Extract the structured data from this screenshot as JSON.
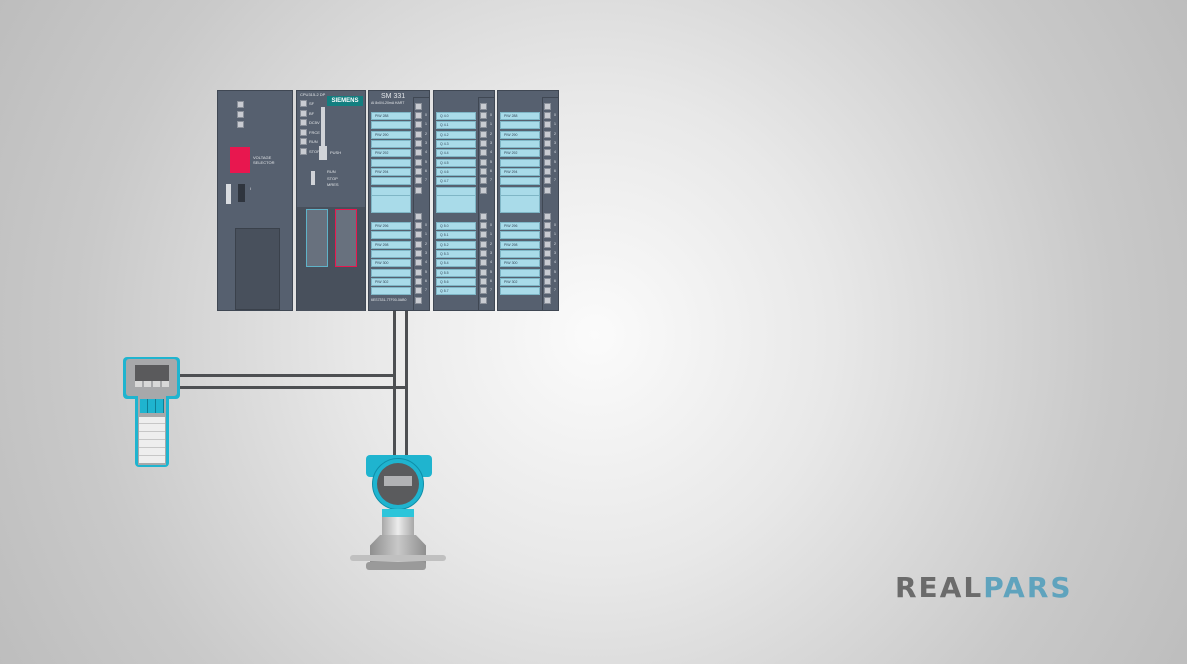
{
  "power_supply": {
    "label": "VOLTAGE SELECTOR",
    "switch_label": "I"
  },
  "cpu": {
    "model": "CPU315-2 DP",
    "brand": "SIEMENS",
    "leds": [
      "SF",
      "BF",
      "DC5V",
      "FRCE",
      "RUN",
      "STOP"
    ],
    "push_label": "PUSH",
    "mode_labels": [
      "RUN",
      "STOP",
      "MRES"
    ]
  },
  "modules": [
    {
      "title": "SM 331",
      "subtitle": "AI 8x0/4-20mA HART",
      "order_number": "6ES7331-7TF00-0AB0",
      "top": [
        "PIW 288",
        "",
        "PIW 290",
        "",
        "PIW 292",
        "",
        "PIW 294",
        ""
      ],
      "bottom": [
        "PIW 296",
        "",
        "PIW 298",
        "",
        "PIW 300",
        "",
        "PIW 302",
        ""
      ]
    },
    {
      "title": "",
      "subtitle": "",
      "order_number": "",
      "top": [
        "Q 4.0",
        "Q 4.1",
        "Q 4.2",
        "Q 4.3",
        "Q 4.4",
        "Q 4.5",
        "Q 4.6",
        "Q 4.7"
      ],
      "bottom": [
        "Q 5.0",
        "Q 5.1",
        "Q 5.2",
        "Q 5.3",
        "Q 5.4",
        "Q 5.5",
        "Q 5.6",
        "Q 5.7"
      ]
    },
    {
      "title": "",
      "subtitle": "",
      "order_number": "",
      "top": [
        "PIW 288",
        "",
        "PIW 290",
        "",
        "PIW 292",
        "",
        "PIW 294",
        ""
      ],
      "bottom": [
        "PIW 296",
        "",
        "PIW 298",
        "",
        "PIW 300",
        "",
        "PIW 302",
        ""
      ]
    }
  ],
  "channels": [
    "0",
    "1",
    "2",
    "3",
    "4",
    "5",
    "6",
    "7"
  ],
  "logo": {
    "text_left": "REAL",
    "text_right": "PARS",
    "color_left": "#6b6b6b",
    "color_right": "#5fa3bd"
  },
  "colors": {
    "module": "#56606f",
    "slot": "#a9dbe9",
    "device_accent": "#1fb4cf",
    "selector": "#e8174f"
  }
}
